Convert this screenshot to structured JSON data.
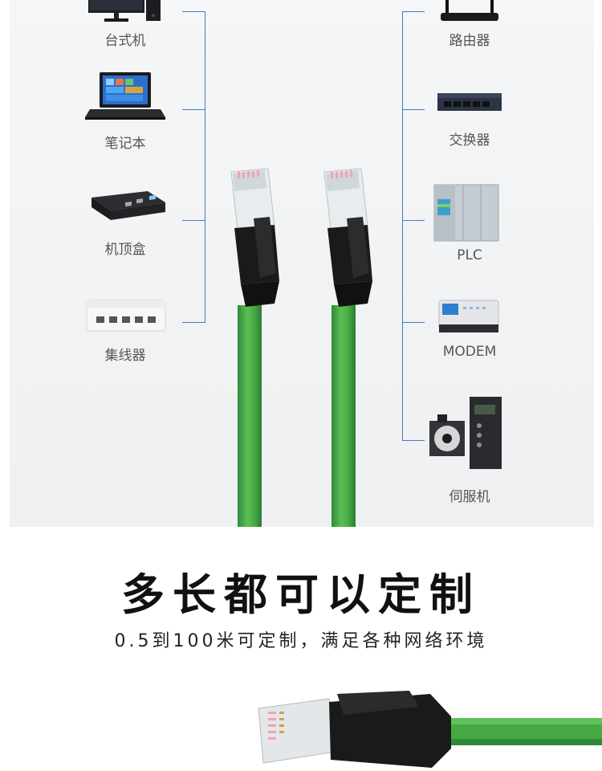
{
  "devices_left": [
    {
      "id": "desktop",
      "label": "台式机",
      "icon": "desktop-icon"
    },
    {
      "id": "laptop",
      "label": "笔记本",
      "icon": "laptop-icon"
    },
    {
      "id": "settop",
      "label": "机顶盒",
      "icon": "set-top-box-icon"
    },
    {
      "id": "hub",
      "label": "集线器",
      "icon": "hub-icon"
    }
  ],
  "devices_right": [
    {
      "id": "router",
      "label": "路由器",
      "icon": "router-icon"
    },
    {
      "id": "switch",
      "label": "交换器",
      "icon": "switch-icon"
    },
    {
      "id": "plc",
      "label": "PLC",
      "icon": "plc-icon"
    },
    {
      "id": "modem",
      "label": "MODEM",
      "icon": "modem-icon"
    },
    {
      "id": "servo",
      "label": "伺服机",
      "icon": "servo-motor-icon"
    }
  ],
  "headline": "多长都可以定制",
  "subheadline": "0.5到100米可定制，满足各种网络环境",
  "colors": {
    "cable_green": "#47a944",
    "bracket_blue": "#4a77c9",
    "connector_black": "#1a1a1a"
  }
}
